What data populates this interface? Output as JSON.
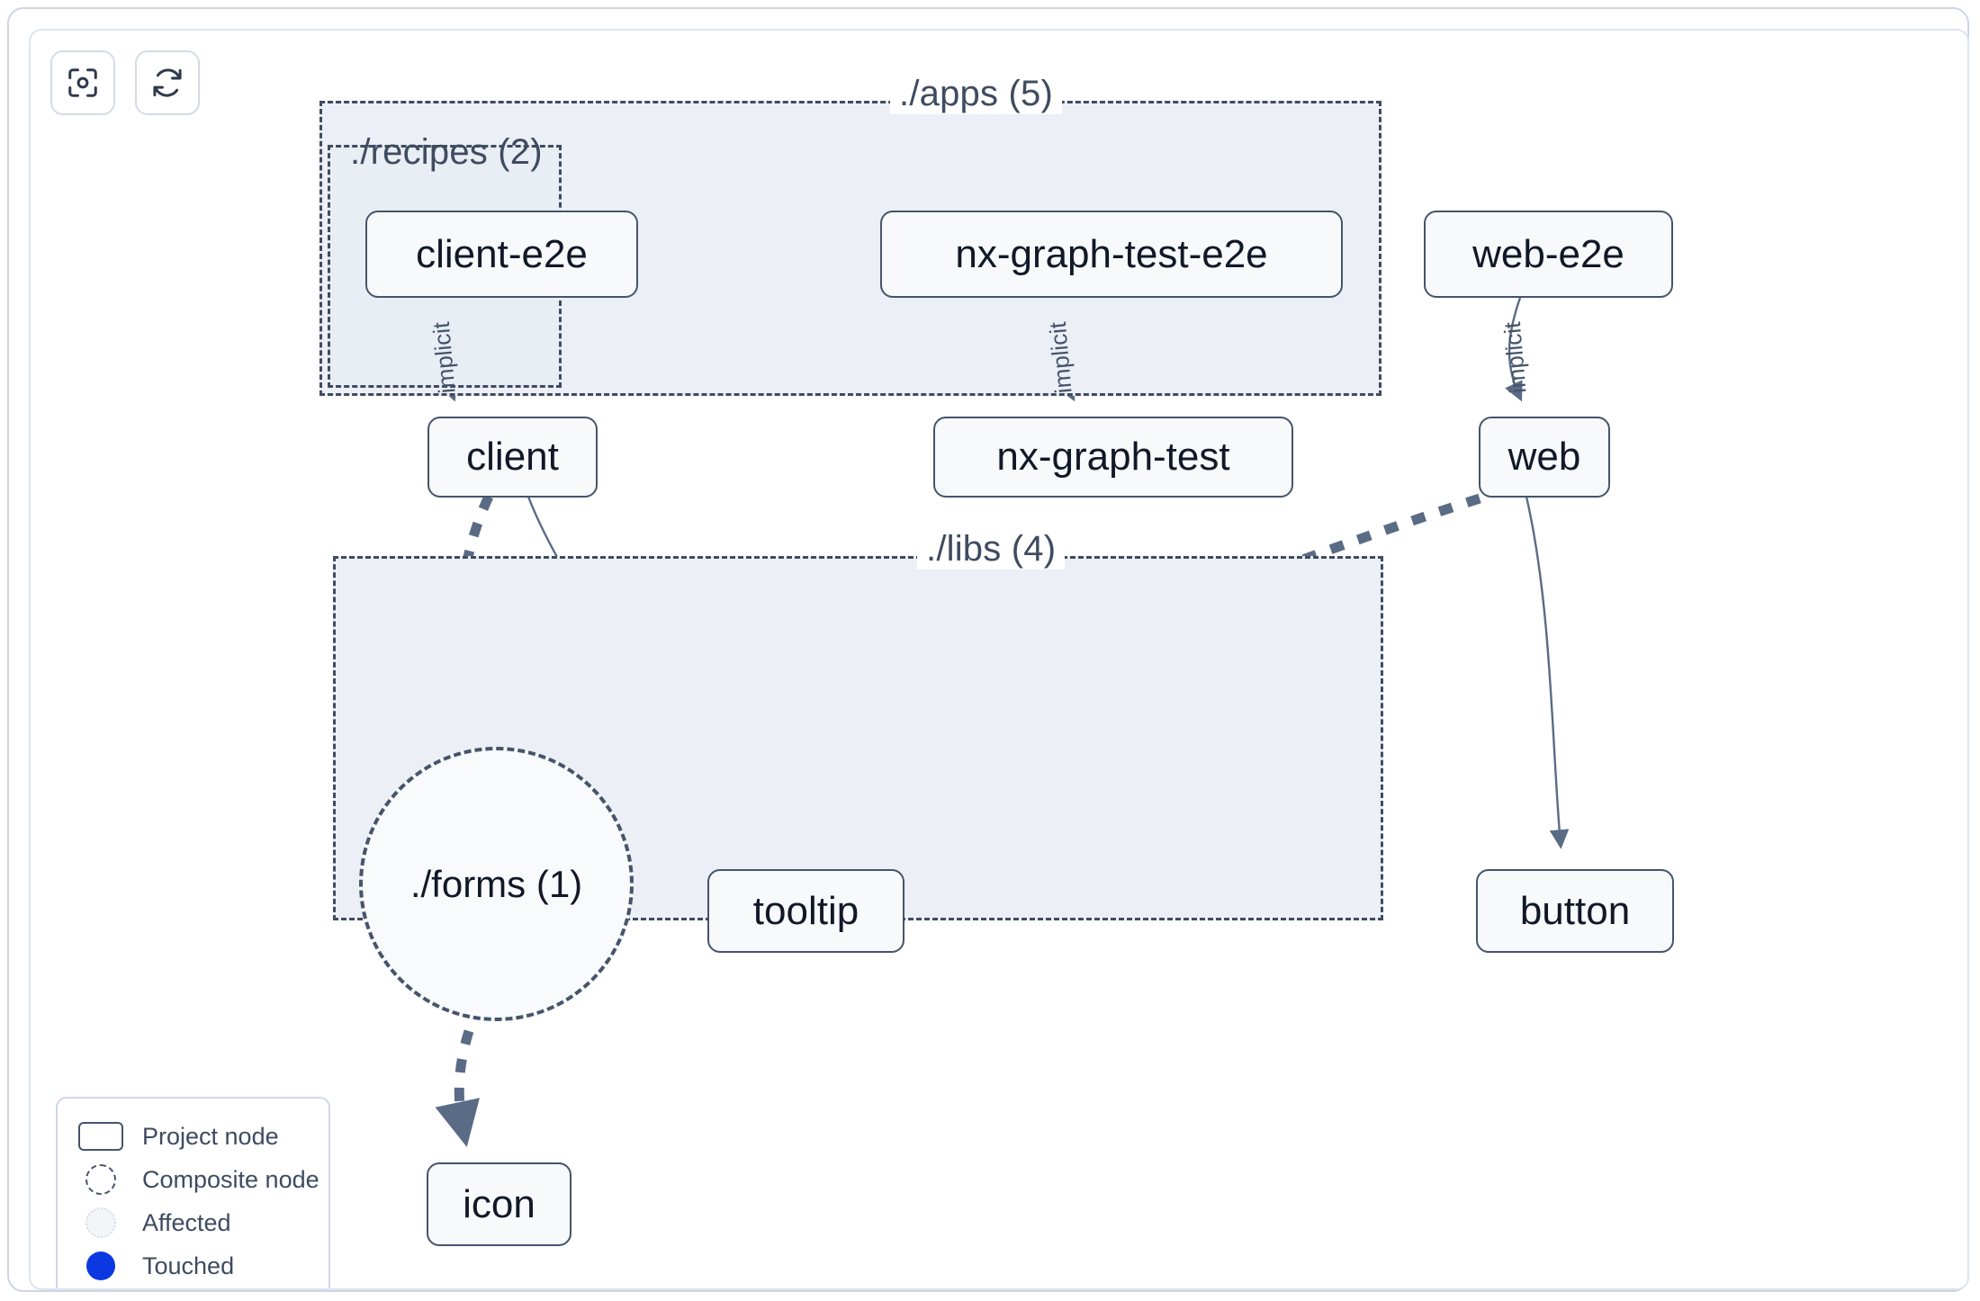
{
  "toolbar": {
    "buttons": [
      {
        "name": "focus-graph-button",
        "icon": "viewfinder-focus-icon",
        "label": ""
      },
      {
        "name": "refresh-graph-button",
        "icon": "refresh-sync-icon",
        "label": ""
      }
    ]
  },
  "graph": {
    "groups": [
      {
        "id": "apps",
        "label": "./apps (5)"
      },
      {
        "id": "recipes",
        "label": "./recipes (2)"
      },
      {
        "id": "libs",
        "label": "./libs (4)"
      }
    ],
    "nodes": [
      {
        "id": "client-e2e",
        "label": "client-e2e",
        "type": "project"
      },
      {
        "id": "nx-graph-test-e2e",
        "label": "nx-graph-test-e2e",
        "type": "project"
      },
      {
        "id": "web-e2e",
        "label": "web-e2e",
        "type": "project"
      },
      {
        "id": "client",
        "label": "client",
        "type": "project"
      },
      {
        "id": "nx-graph-test",
        "label": "nx-graph-test",
        "type": "project"
      },
      {
        "id": "web",
        "label": "web",
        "type": "project"
      },
      {
        "id": "forms",
        "label": "./forms (1)",
        "type": "composite"
      },
      {
        "id": "tooltip",
        "label": "tooltip",
        "type": "project"
      },
      {
        "id": "button",
        "label": "button",
        "type": "project"
      },
      {
        "id": "icon",
        "label": "icon",
        "type": "project"
      }
    ],
    "edges": [
      {
        "from": "client-e2e",
        "to": "client",
        "label": "implicit",
        "style": "solid"
      },
      {
        "from": "nx-graph-test-e2e",
        "to": "nx-graph-test",
        "label": "implicit",
        "style": "solid"
      },
      {
        "from": "web-e2e",
        "to": "web",
        "label": "implicit",
        "style": "solid"
      },
      {
        "from": "client",
        "to": "forms",
        "label": "",
        "style": "dashed"
      },
      {
        "from": "client",
        "to": "tooltip",
        "label": "",
        "style": "solid"
      },
      {
        "from": "web",
        "to": "forms",
        "label": "",
        "style": "dashed"
      },
      {
        "from": "web",
        "to": "button",
        "label": "",
        "style": "solid"
      },
      {
        "from": "forms",
        "to": "icon",
        "label": "",
        "style": "dashed"
      }
    ],
    "edge_labels": {
      "client_e2e": "implicit",
      "nx_graph_test_e2e": "implicit",
      "web_e2e": "implicit"
    }
  },
  "legend": {
    "items": [
      {
        "id": "project-node",
        "label": "Project node",
        "swatch": "rect-outline"
      },
      {
        "id": "composite-node",
        "label": "Composite node",
        "swatch": "dashed-circle"
      },
      {
        "id": "affected",
        "label": "Affected",
        "swatch": "dotted-circle"
      },
      {
        "id": "touched",
        "label": "Touched",
        "swatch": "filled-circle"
      }
    ]
  },
  "colors": {
    "group_fill": "#eceff5",
    "group_border": "#3f4b60",
    "node_border": "#46546b",
    "node_fill": "#f7f9fb",
    "edge": "#5a6b85",
    "text": "#111827",
    "touched": "#0b38e0",
    "panel_border": "#ccd5e4"
  }
}
